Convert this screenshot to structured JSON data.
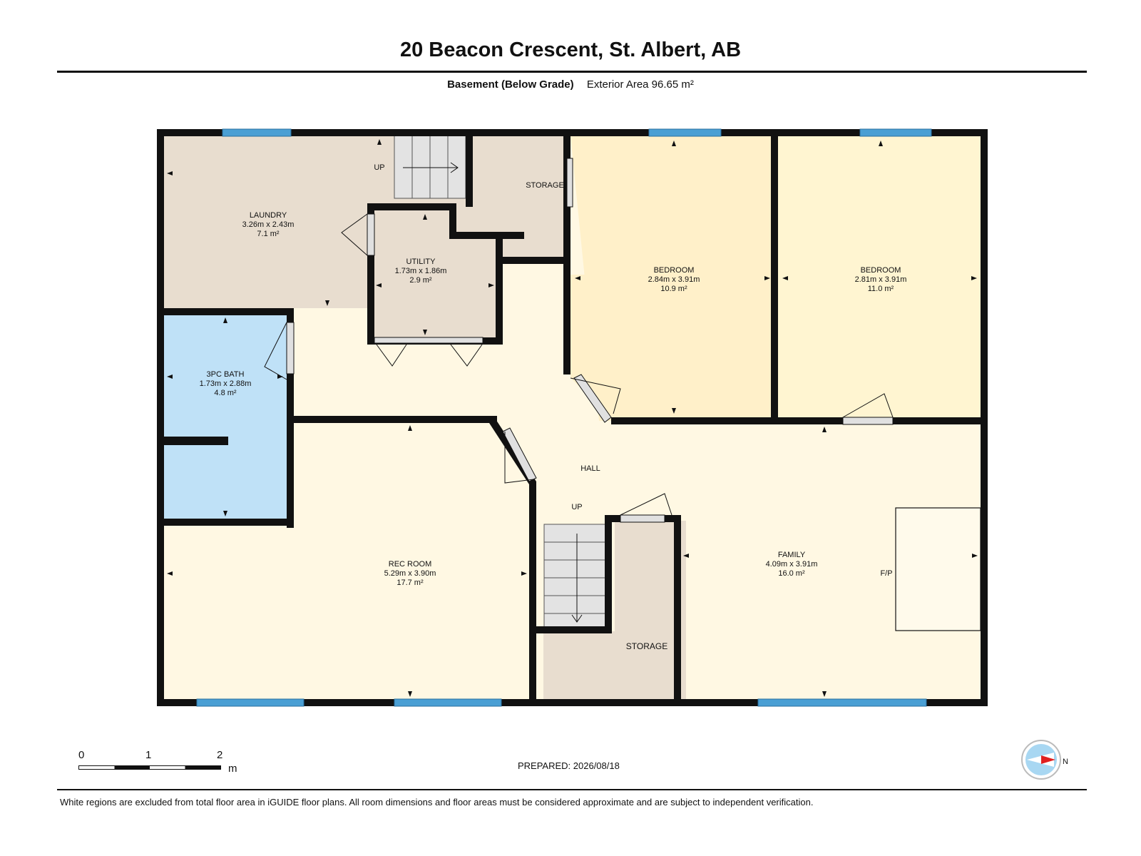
{
  "header": {
    "title": "20 Beacon Crescent, St. Albert, AB",
    "level": "Basement (Below Grade)",
    "exterior_area": "Exterior Area 96.65 m²"
  },
  "rooms": {
    "laundry": {
      "name": "LAUNDRY",
      "dim": "3.26m x 2.43m",
      "area": "7.1 m²"
    },
    "utility": {
      "name": "UTILITY",
      "dim": "1.73m x 1.86m",
      "area": "2.9 m²"
    },
    "bedroom1": {
      "name": "BEDROOM",
      "dim": "2.84m x 3.91m",
      "area": "10.9 m²"
    },
    "bedroom2": {
      "name": "BEDROOM",
      "dim": "2.81m x 3.91m",
      "area": "11.0 m²"
    },
    "bath": {
      "name": "3PC BATH",
      "dim": "1.73m x 2.88m",
      "area": "4.8 m²"
    },
    "rec": {
      "name": "REC ROOM",
      "dim": "5.29m x 3.90m",
      "area": "17.7 m²"
    },
    "family": {
      "name": "FAMILY",
      "dim": "4.09m x 3.91m",
      "area": "16.0 m²"
    }
  },
  "labels": {
    "storage_top": "STORAGE",
    "storage_bottom": "STORAGE",
    "hall": "HALL",
    "stair_up_top": "UP",
    "stair_up_bottom": "UP",
    "fireplace": "F/P"
  },
  "colors": {
    "wall": "#111111",
    "window": "#4a9fd4",
    "laundry": "#e8ddcf",
    "utility": "#e8ddcf",
    "storage": "#e8ddcf",
    "bath": "#bfe1f7",
    "bedroom1": "#fff0c9",
    "bedroom2": "#fff5d1",
    "living": "#fff8e3"
  },
  "scale": {
    "ticks": [
      "0",
      "1",
      "2"
    ],
    "unit": "m"
  },
  "compass": {
    "label": "N"
  },
  "prepared": "PREPARED: 2026/08/18",
  "footer": "White regions are excluded from total floor area in iGUIDE floor plans. All room dimensions and floor areas must be considered approximate and are subject to independent verification."
}
